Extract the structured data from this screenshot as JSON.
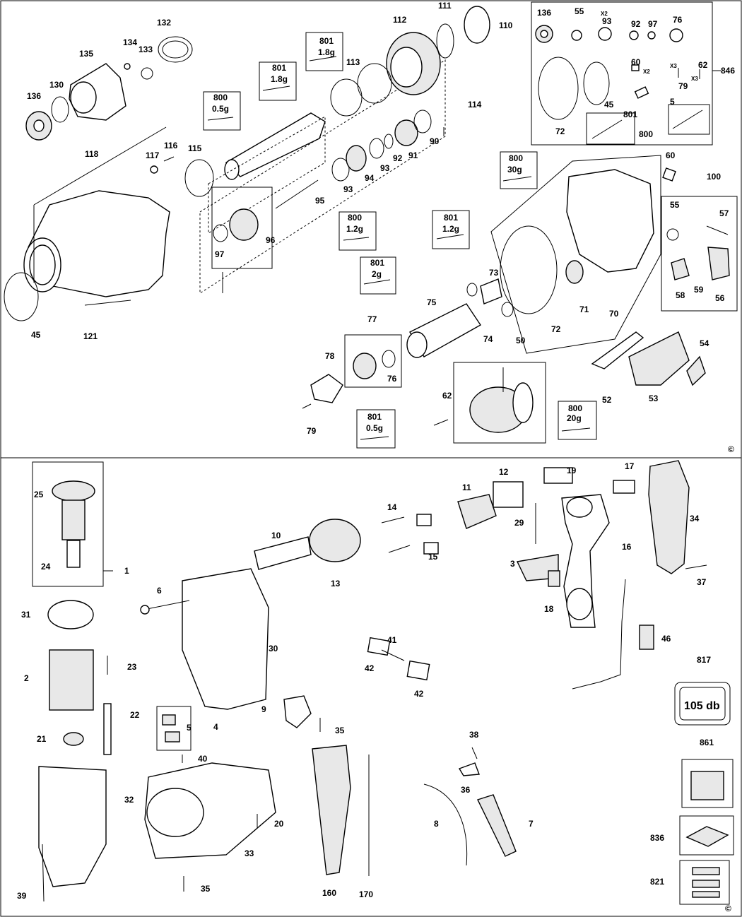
{
  "copyright_mark": "©",
  "sections": {
    "upper": {
      "labels": [
        "111",
        "110",
        "112",
        "132",
        "134",
        "133",
        "135",
        "130",
        "136",
        "801",
        "1.8g",
        "801",
        "1.8g",
        "113",
        "114",
        "800",
        "0.5g",
        "118",
        "117",
        "116",
        "115",
        "97",
        "96",
        "95",
        "93",
        "94",
        "93",
        "92",
        "91",
        "90",
        "45",
        "121",
        "800",
        "1.2g",
        "801",
        "1.2g",
        "801",
        "2g",
        "75",
        "73",
        "74",
        "77",
        "78",
        "76",
        "79",
        "801",
        "0.5g",
        "50",
        "62",
        "800",
        "20g",
        "800",
        "30g",
        "60",
        "72",
        "71",
        "70",
        "100",
        "55",
        "57",
        "58",
        "59",
        "56",
        "52",
        "53",
        "54"
      ],
      "kit_box": {
        "labels": [
          "136",
          "55",
          "X2",
          "93",
          "92",
          "97",
          "76",
          "60",
          "X2",
          "X3",
          "62",
          "X3",
          "79",
          "846",
          "45",
          "5",
          "72",
          "801",
          "800"
        ]
      }
    },
    "lower": {
      "labels": [
        "25",
        "24",
        "1",
        "10",
        "13",
        "14",
        "15",
        "11",
        "12",
        "19",
        "17",
        "29",
        "3",
        "18",
        "16",
        "34",
        "37",
        "6",
        "30",
        "31",
        "23",
        "2",
        "22",
        "21",
        "9",
        "35",
        "5",
        "4",
        "40",
        "41",
        "42",
        "42",
        "38",
        "36",
        "8",
        "7",
        "46",
        "817",
        "105 db",
        "861",
        "32",
        "20",
        "33",
        "39",
        "35",
        "160",
        "170",
        "836",
        "821"
      ]
    }
  }
}
